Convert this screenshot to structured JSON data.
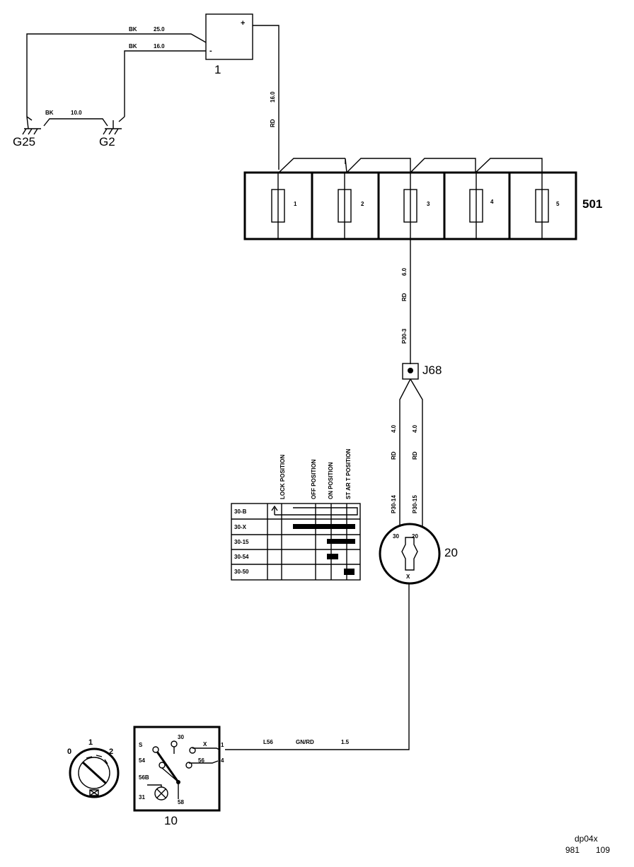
{
  "components": {
    "battery": {
      "number": "1",
      "plus": "+",
      "minus": "-"
    },
    "fuse_box": {
      "number": "501",
      "fuses": [
        "1",
        "2",
        "3",
        "4",
        "5"
      ]
    },
    "junction": {
      "name": "J68"
    },
    "ignition_switch": {
      "number": "20",
      "pin_a": "30",
      "pin_b": "20",
      "pin_x": "X"
    },
    "light_switch": {
      "number": "10",
      "terminals": {
        "s": "S",
        "t30": "30",
        "x": "X",
        "t54": "54",
        "t56": "56",
        "t56b": "56B",
        "t31": "31",
        "t58": "58"
      },
      "pins": {
        "p1": "1",
        "p4": "4"
      },
      "knob_positions": [
        "0",
        "1",
        "2"
      ]
    },
    "grounds": {
      "g25": "G25",
      "g2": "G2"
    }
  },
  "wires": {
    "bk_top": {
      "color": "BK",
      "size": "25.0"
    },
    "bk_mid": {
      "color": "BK",
      "size": "16.0"
    },
    "bk_gnd": {
      "color": "BK",
      "size": "10.0"
    },
    "rd_batt": {
      "color": "RD",
      "size": "16.0"
    },
    "rd_fuse": {
      "color": "RD",
      "size": "6.0",
      "id": "P30-3"
    },
    "rd_left": {
      "color": "RD",
      "size": "4.0",
      "id": "P30-14"
    },
    "rd_right": {
      "color": "RD",
      "size": "4.0",
      "id": "P30-15"
    },
    "l56": {
      "id": "L56",
      "color": "GN/RD",
      "size": "1.5"
    }
  },
  "switch_table": {
    "rows": [
      "30-B",
      "30-X",
      "30-15",
      "30-54",
      "30-50"
    ],
    "columns": [
      "LOCK POSITION",
      "OFF POSITION",
      "ON POSITION",
      "ST AR T POSITION"
    ]
  },
  "footer": {
    "code": "dp04x",
    "num_a": "981",
    "num_b": "109"
  }
}
